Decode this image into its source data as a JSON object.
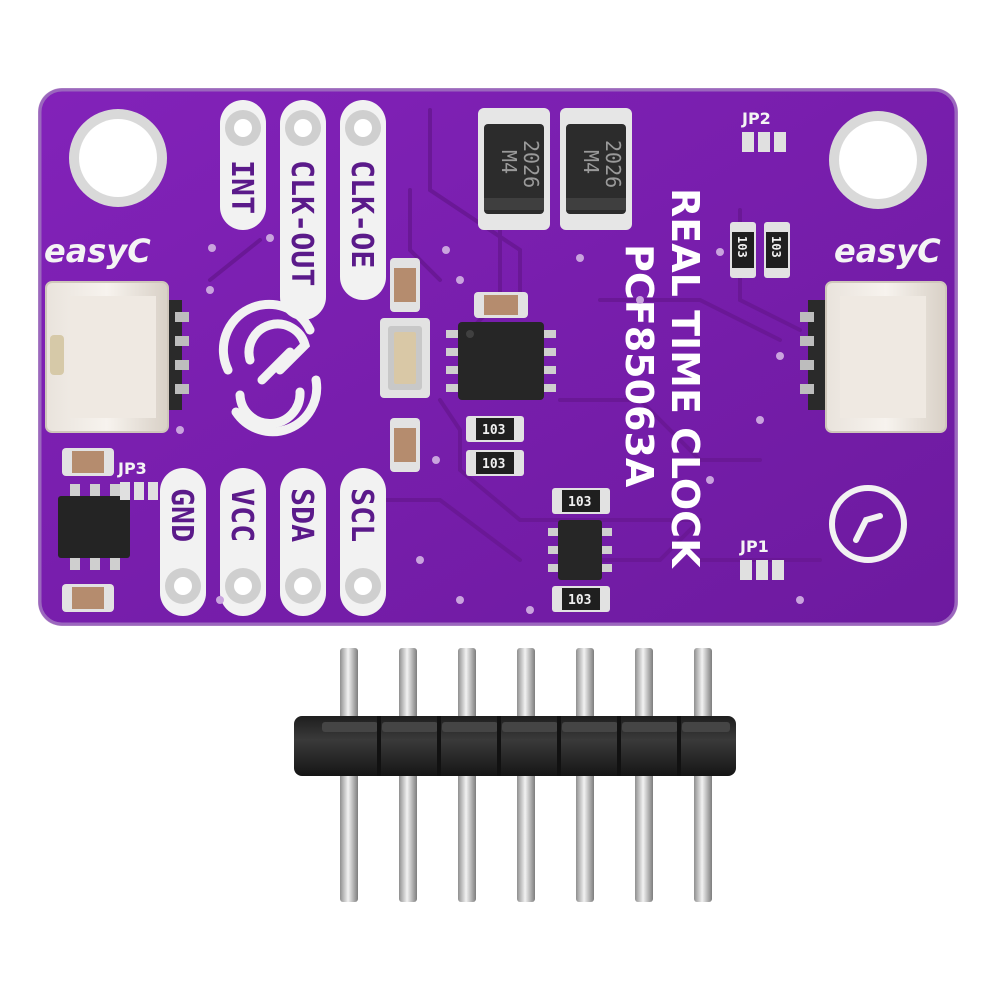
{
  "board": {
    "title_line1": "REAL TIME CLOCK",
    "title_line2": "PCF85063A",
    "brand_left": "easyC",
    "brand_right": "easyC",
    "colors": {
      "pcb": "#7a1fb0",
      "pcb_dark": "#5e168a",
      "silkscreen": "#f2f2f2",
      "pad": "#d9d9d9",
      "header_plastic": "#2a2a2a",
      "pins": "#c9c9c9"
    }
  },
  "pins_top": [
    "INT",
    "CLK-OUT",
    "CLK-OE"
  ],
  "pins_bottom": [
    "GND",
    "VCC",
    "SDA",
    "SCL"
  ],
  "jumpers": {
    "jp1": "JP1",
    "jp2": "JP2",
    "jp3": "JP3"
  },
  "diodes": {
    "d1_line1": "M4",
    "d1_line2": "2026",
    "d2_line1": "M4",
    "d2_line2": "2026"
  },
  "resistors": {
    "r1": "103",
    "r2": "103",
    "r3": "103",
    "r4": "103",
    "r5": "103",
    "r6": "103"
  },
  "header": {
    "pin_count": 7
  },
  "icons": {
    "logo": "soldered-logo-icon",
    "clock": "clock-icon"
  }
}
